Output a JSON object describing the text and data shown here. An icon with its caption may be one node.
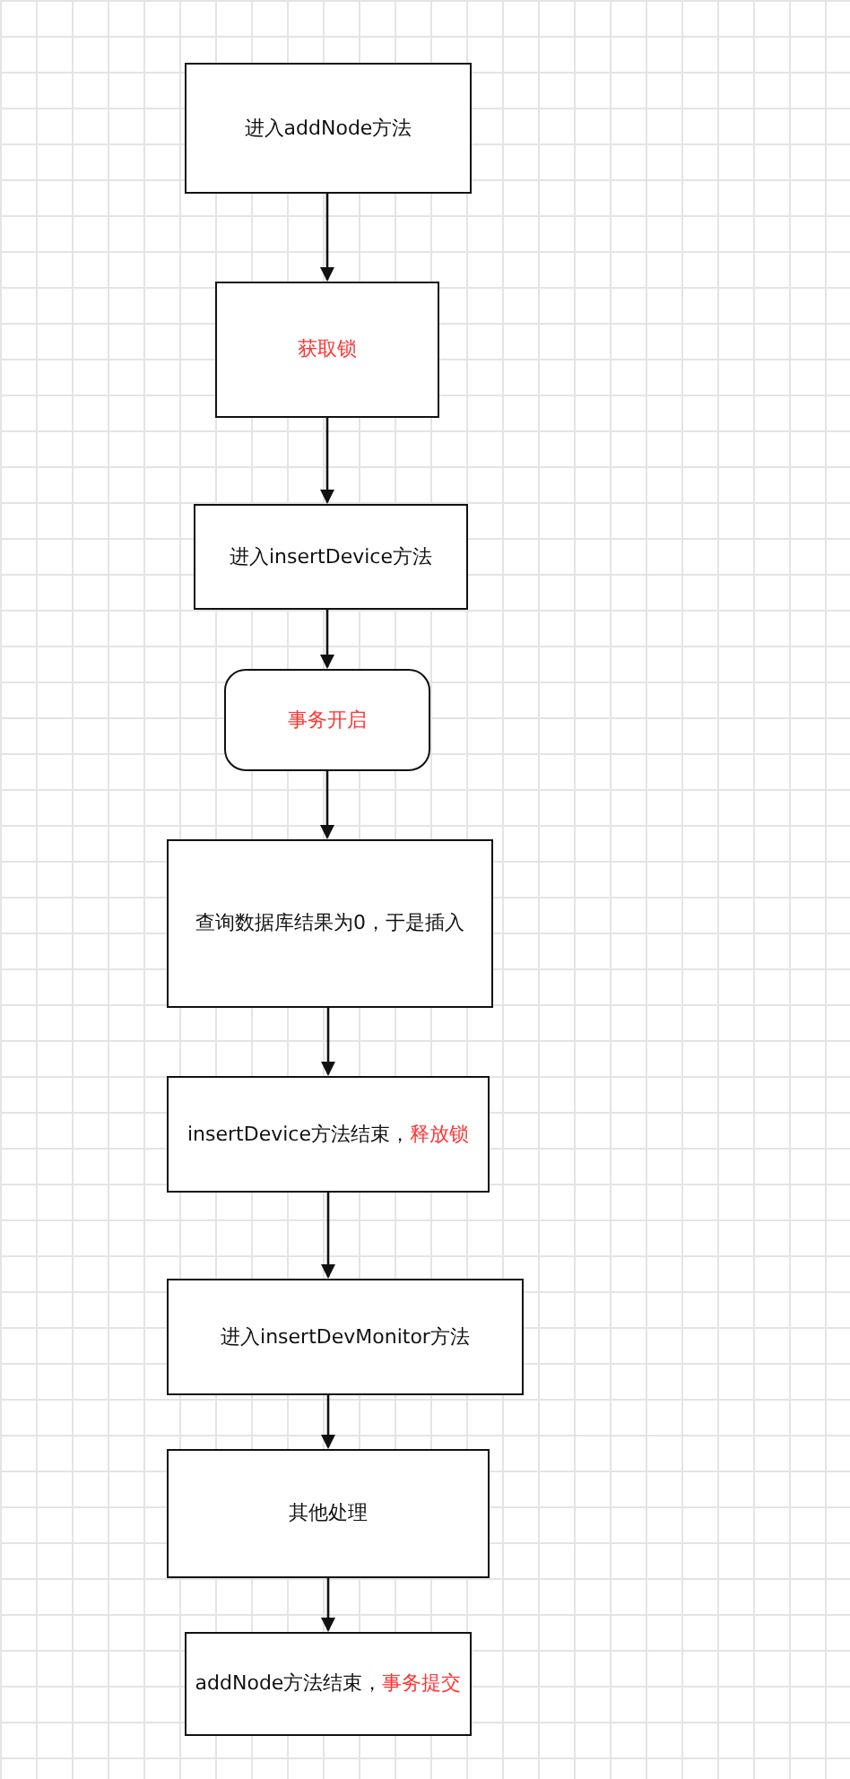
{
  "diagram": {
    "nodes": [
      {
        "text": [
          "进入addNode方法"
        ]
      },
      {
        "text": [
          "获取锁"
        ]
      },
      {
        "text": [
          "进入insertDevice方法"
        ]
      },
      {
        "text": [
          "事务开启"
        ]
      },
      {
        "text": [
          "查询数据库结果为0，于是插入"
        ]
      },
      {
        "text": [
          "insertDevice方法结束，",
          "释放锁"
        ]
      },
      {
        "text": [
          "进入insertDevMonitor方法"
        ]
      },
      {
        "text": [
          "其他处理"
        ]
      },
      {
        "text": [
          "addNode方法结束，",
          "事务提交"
        ]
      }
    ],
    "edges": [
      {
        "from": 0,
        "to": 1,
        "arrow": "to"
      },
      {
        "from": 1,
        "to": 2,
        "arrow": "to"
      },
      {
        "from": 2,
        "to": 3,
        "arrow": "to"
      },
      {
        "from": 3,
        "to": 4,
        "arrow": "to"
      },
      {
        "from": 4,
        "to": 5,
        "arrow": "to"
      },
      {
        "from": 5,
        "to": 6,
        "arrow": "to"
      },
      {
        "from": 6,
        "to": 7,
        "arrow": "to"
      },
      {
        "from": 7,
        "to": 8,
        "arrow": "to"
      }
    ]
  }
}
